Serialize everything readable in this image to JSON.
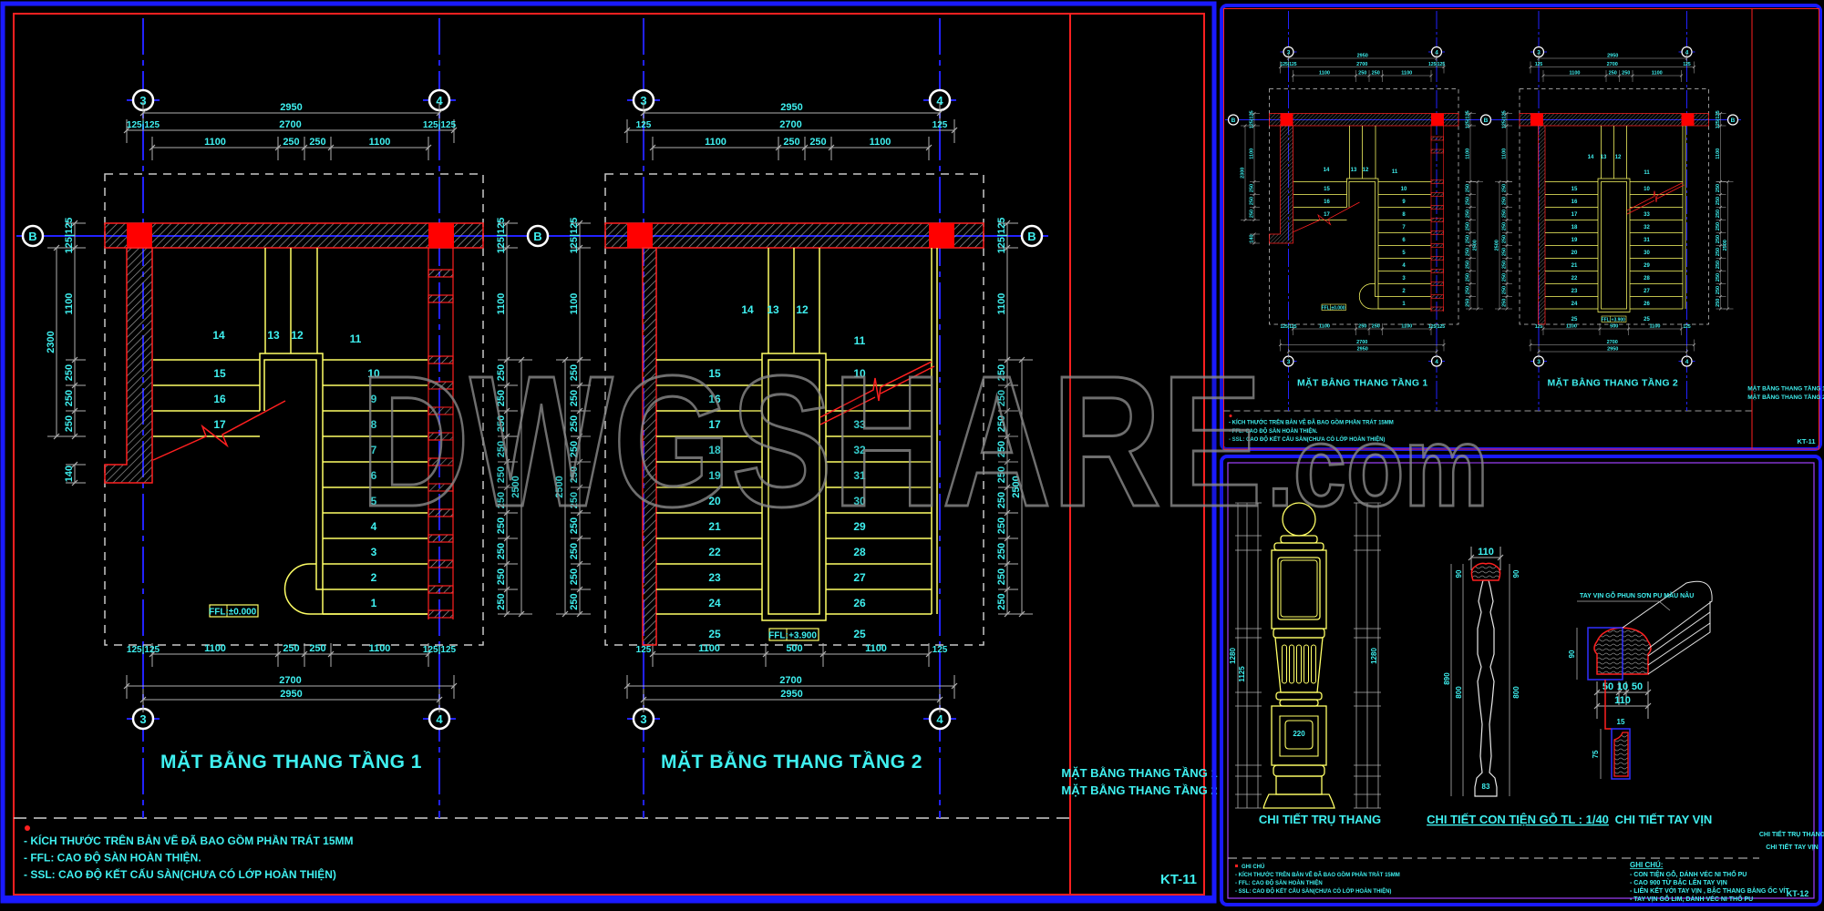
{
  "colors": {
    "background": "#000000",
    "frame_blue": "#1a1aff",
    "frame_red": "#ff2020",
    "text_cyan": "#3ff0f0",
    "stair_yellow": "#ffff66",
    "grid_blue": "#2222ff",
    "dim_gray": "#b0b0b0",
    "column_red": "#ff0000",
    "detail_white": "#e8e8e8"
  },
  "watermark": {
    "main": "DWGSHARE",
    "suffix": ".com"
  },
  "sheet_main": {
    "plan1": {
      "title": "MẶT BẰNG THANG TẦNG 1",
      "axes": {
        "col_left": "3",
        "col_right": "4",
        "row": "B"
      },
      "dims_top": {
        "overall": "2950",
        "inner": "2700",
        "edge_left": "125|125",
        "edge_right": "125|125",
        "segments": [
          "1100",
          "250",
          "250",
          "1100"
        ]
      },
      "dims_bottom": {
        "overall": "2950",
        "inner": "2700",
        "edge_left": "125|125",
        "edge_right": "125|125",
        "segments": [
          "1100",
          "250",
          "250",
          "1100"
        ]
      },
      "dims_left": {
        "edge": "125|125",
        "upper": "1100",
        "total": "2300",
        "treads": [
          "250",
          "250",
          "250"
        ],
        "foot": "140"
      },
      "dims_right": {
        "edge": "125|125",
        "upper": "1100",
        "total": "2500",
        "treads": [
          "250",
          "250",
          "250",
          "250",
          "250",
          "250",
          "250",
          "250",
          "250",
          "250"
        ]
      },
      "landing": [
        "14",
        "13",
        "12",
        "11"
      ],
      "steps_left": [
        "15",
        "16",
        "17"
      ],
      "steps_right": [
        "10",
        "9",
        "8",
        "7",
        "6",
        "5",
        "4",
        "3",
        "2",
        "1"
      ],
      "ffl": {
        "label": "FFL:",
        "value": "±0.000"
      }
    },
    "plan2": {
      "title": "MẶT BẰNG THANG TẦNG 2",
      "axes": {
        "col_left": "3",
        "col_right": "4",
        "row_left": "B",
        "row_right": "B"
      },
      "dims_top": {
        "overall": "2950",
        "inner": "2700",
        "edge_left": "125",
        "edge_right": "125",
        "segments": [
          "1100",
          "250",
          "250",
          "1100"
        ]
      },
      "dims_bottom": {
        "overall": "2950",
        "inner": "2700",
        "edge_left": "125",
        "edge_right": "125",
        "segments": [
          "1100",
          "500",
          "1100"
        ]
      },
      "dims_left": {
        "edge": "125|125",
        "upper": "1100",
        "total": "2500",
        "treads": [
          "250",
          "250",
          "250",
          "250",
          "250",
          "250",
          "250",
          "250",
          "250",
          "250"
        ]
      },
      "dims_right": {
        "edge": "125|125",
        "upper": "1100",
        "total": "2500",
        "treads": [
          "250",
          "250",
          "250",
          "250",
          "250",
          "250",
          "250",
          "250",
          "250",
          "250"
        ]
      },
      "landing": [
        "14",
        "13",
        "12",
        "11"
      ],
      "steps_left": [
        "15",
        "16",
        "17",
        "18",
        "19",
        "20",
        "21",
        "22",
        "23",
        "24"
      ],
      "steps_right": [
        "10",
        "",
        "33",
        "32",
        "31",
        "30",
        "29",
        "28",
        "27",
        "26"
      ],
      "bottom": [
        "25",
        "25"
      ],
      "ffl": {
        "label": "FFL:",
        "value": "+3.900"
      }
    },
    "notes": [
      "- KÍCH THƯỚC TRÊN BẢN VẼ ĐÃ BAO GỒM PHẦN TRÁT 15MM",
      "- FFL: CAO ĐỘ SÀN HOÀN THIỆN.",
      "- SSL: CAO ĐỘ  KẾT CẤU SÀN(CHƯA CÓ LỚP HOÀN THIỆN)"
    ],
    "title_block": [
      "MẶT BẰNG THANG TẦNG 1",
      "MẶT BẰNG THANG TẦNG 2"
    ],
    "sheet_code": "KT-11"
  },
  "details": {
    "post": {
      "title": "CHI TIẾT TRỤ THANG",
      "dims": {
        "total": "1280",
        "body": "1125",
        "panel": "220"
      }
    },
    "baluster": {
      "title": "CHI TIẾT CON TIỆN GỖ TL : 1/40",
      "dims": {
        "width": "110",
        "head": "90",
        "total": "890",
        "body": "800",
        "base": "83"
      }
    },
    "handrail": {
      "title": "CHI TIẾT TAY VỊN",
      "note": "TAY VỊN GỖ PHUN SƠN PU MẦU NÂU",
      "dims": {
        "height": "90",
        "segments": [
          "50",
          "10",
          "50"
        ],
        "width": "110",
        "small_width": "15",
        "small_height": "75"
      }
    },
    "notes_left": {
      "heading": "GHI CHÚ",
      "items": [
        "- KÍCH THƯỚC TRÊN BẢN VẼ ĐÃ BAO GỒM PHẦN TRÁT 15MM",
        "- FFL: CAO ĐỘ SÀN HOÀN THIỆN",
        "- SSL: CAO ĐỘ  KẾT CẤU SÀN(CHƯA CÓ LỚP HOÀN THIỆN)"
      ]
    },
    "notes_right": {
      "heading": "GHI CHÚ:",
      "items": [
        "- CON TIỆN GỖ, DÁNH VÉC NI THỔ PU",
        "- CAO 900 TỪ BẬC LÊN TAY VỊN",
        "- LIÊN KẾT VỚI TAY VỊN , BẬC THANG BẰNG ỐC VÍT",
        "- TAY VỊN GỖ LIM, DÁNH VÉC NI THỔ PU"
      ]
    },
    "title_block": [
      "CHI TIẾT TRỤ THANG",
      "CHI TIẾT TAY VỊN"
    ],
    "sheet_code": "KT-12"
  }
}
